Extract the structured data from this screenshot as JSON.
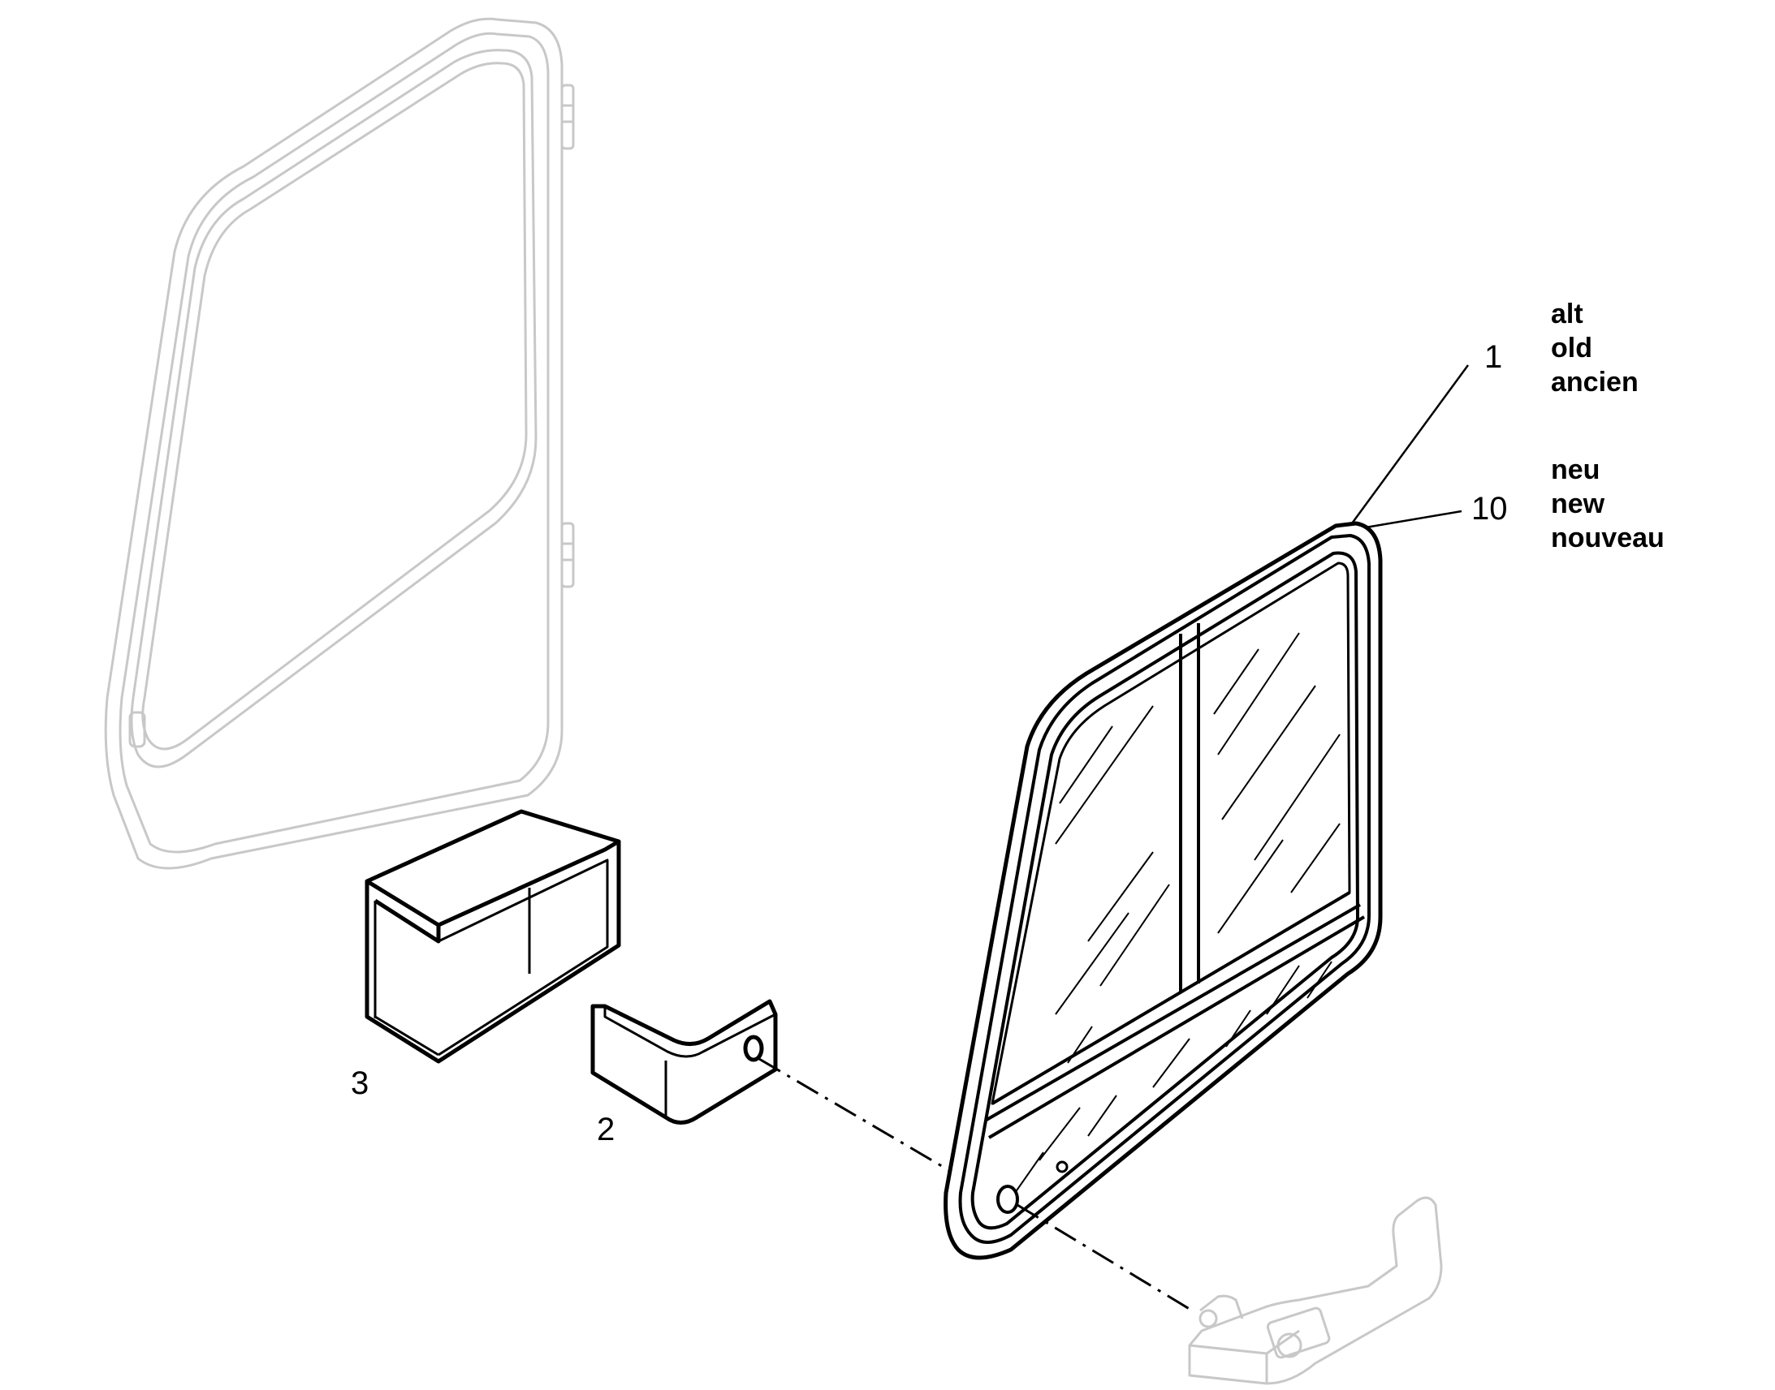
{
  "callouts": {
    "item_1": "1",
    "item_10": "10",
    "item_2": "2",
    "item_3": "3"
  },
  "legend_old": {
    "de": "alt",
    "en": "old",
    "fr": "ancien"
  },
  "legend_new": {
    "de": "neu",
    "en": "new",
    "fr": "nouveau"
  },
  "colors": {
    "line": "#000000",
    "ghost": "#c8c8c8",
    "background": "#ffffff"
  }
}
